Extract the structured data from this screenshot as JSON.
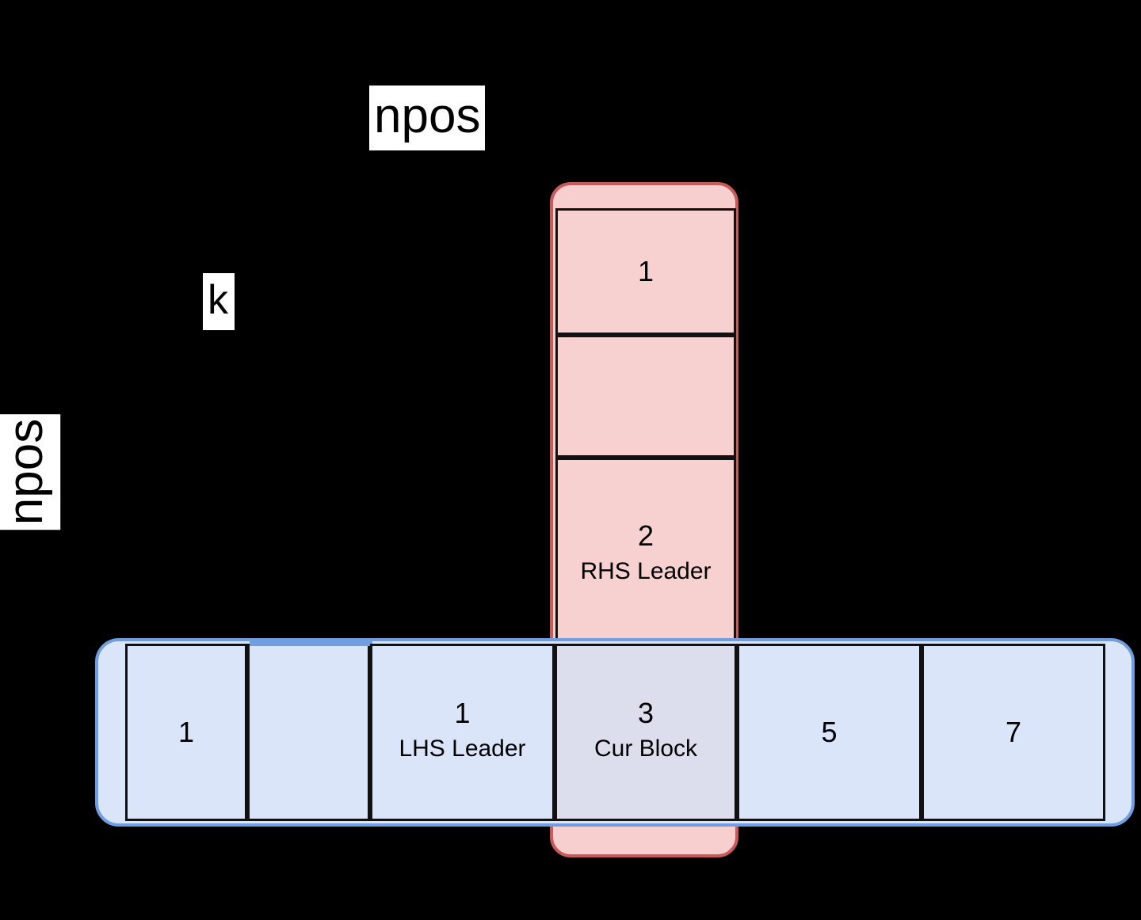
{
  "diagram": {
    "type": "block-layout-diagram",
    "background": "#000000",
    "labels": {
      "top_axis": "npos",
      "k_axis": "k",
      "left_axis": "npos"
    },
    "colors": {
      "blue_fill": "#dae5fa",
      "blue_border": "#6f9fe0",
      "pink_fill": "#f7d0d0",
      "pink_border": "#c85a5a",
      "overlap_fill": "#dcdeed",
      "cell_border": "#111111",
      "label_box": "#ffffff"
    },
    "vertical_column": {
      "name": "rhs-column",
      "cells": [
        {
          "num": "1",
          "label": ""
        },
        {
          "num": "",
          "label": ""
        },
        {
          "num": "2",
          "label": "RHS Leader"
        }
      ]
    },
    "horizontal_row": {
      "name": "lhs-row",
      "cells": [
        {
          "num": "1",
          "label": "",
          "overlap": false
        },
        {
          "num": "",
          "label": "",
          "overlap": false
        },
        {
          "num": "1",
          "label": "LHS Leader",
          "overlap": false
        },
        {
          "num": "3",
          "label": "Cur Block",
          "overlap": true
        },
        {
          "num": "5",
          "label": "",
          "overlap": false
        },
        {
          "num": "7",
          "label": "",
          "overlap": false
        }
      ]
    }
  }
}
